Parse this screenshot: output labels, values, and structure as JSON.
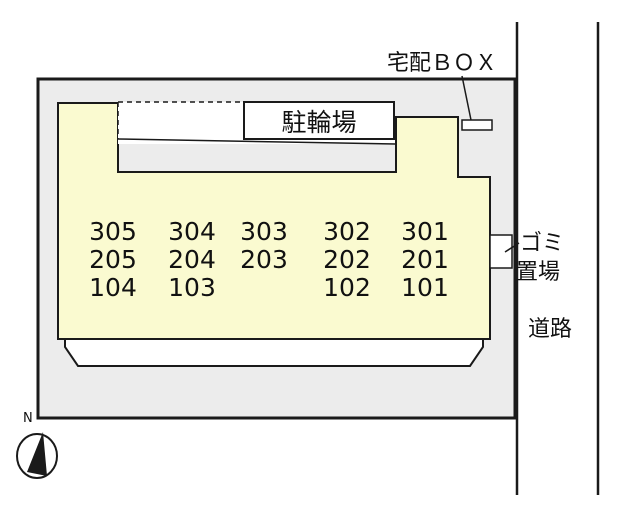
{
  "labels": {
    "delivery_box": "宅配ＢＯＸ",
    "bicycle_parking": "駐輪場",
    "garbage_line1": "ゴミ",
    "garbage_line2": "置場",
    "road": "道路",
    "north": "N"
  },
  "units": {
    "col1": [
      "305",
      "205",
      "104"
    ],
    "col2": [
      "304",
      "204",
      "103"
    ],
    "col3": [
      "303",
      "203"
    ],
    "col4": [
      "302",
      "202",
      "102"
    ],
    "col5": [
      "301",
      "201",
      "101"
    ]
  },
  "colors": {
    "site": "#ececec",
    "building": "#fafad0",
    "outline": "#1a1a1a"
  }
}
